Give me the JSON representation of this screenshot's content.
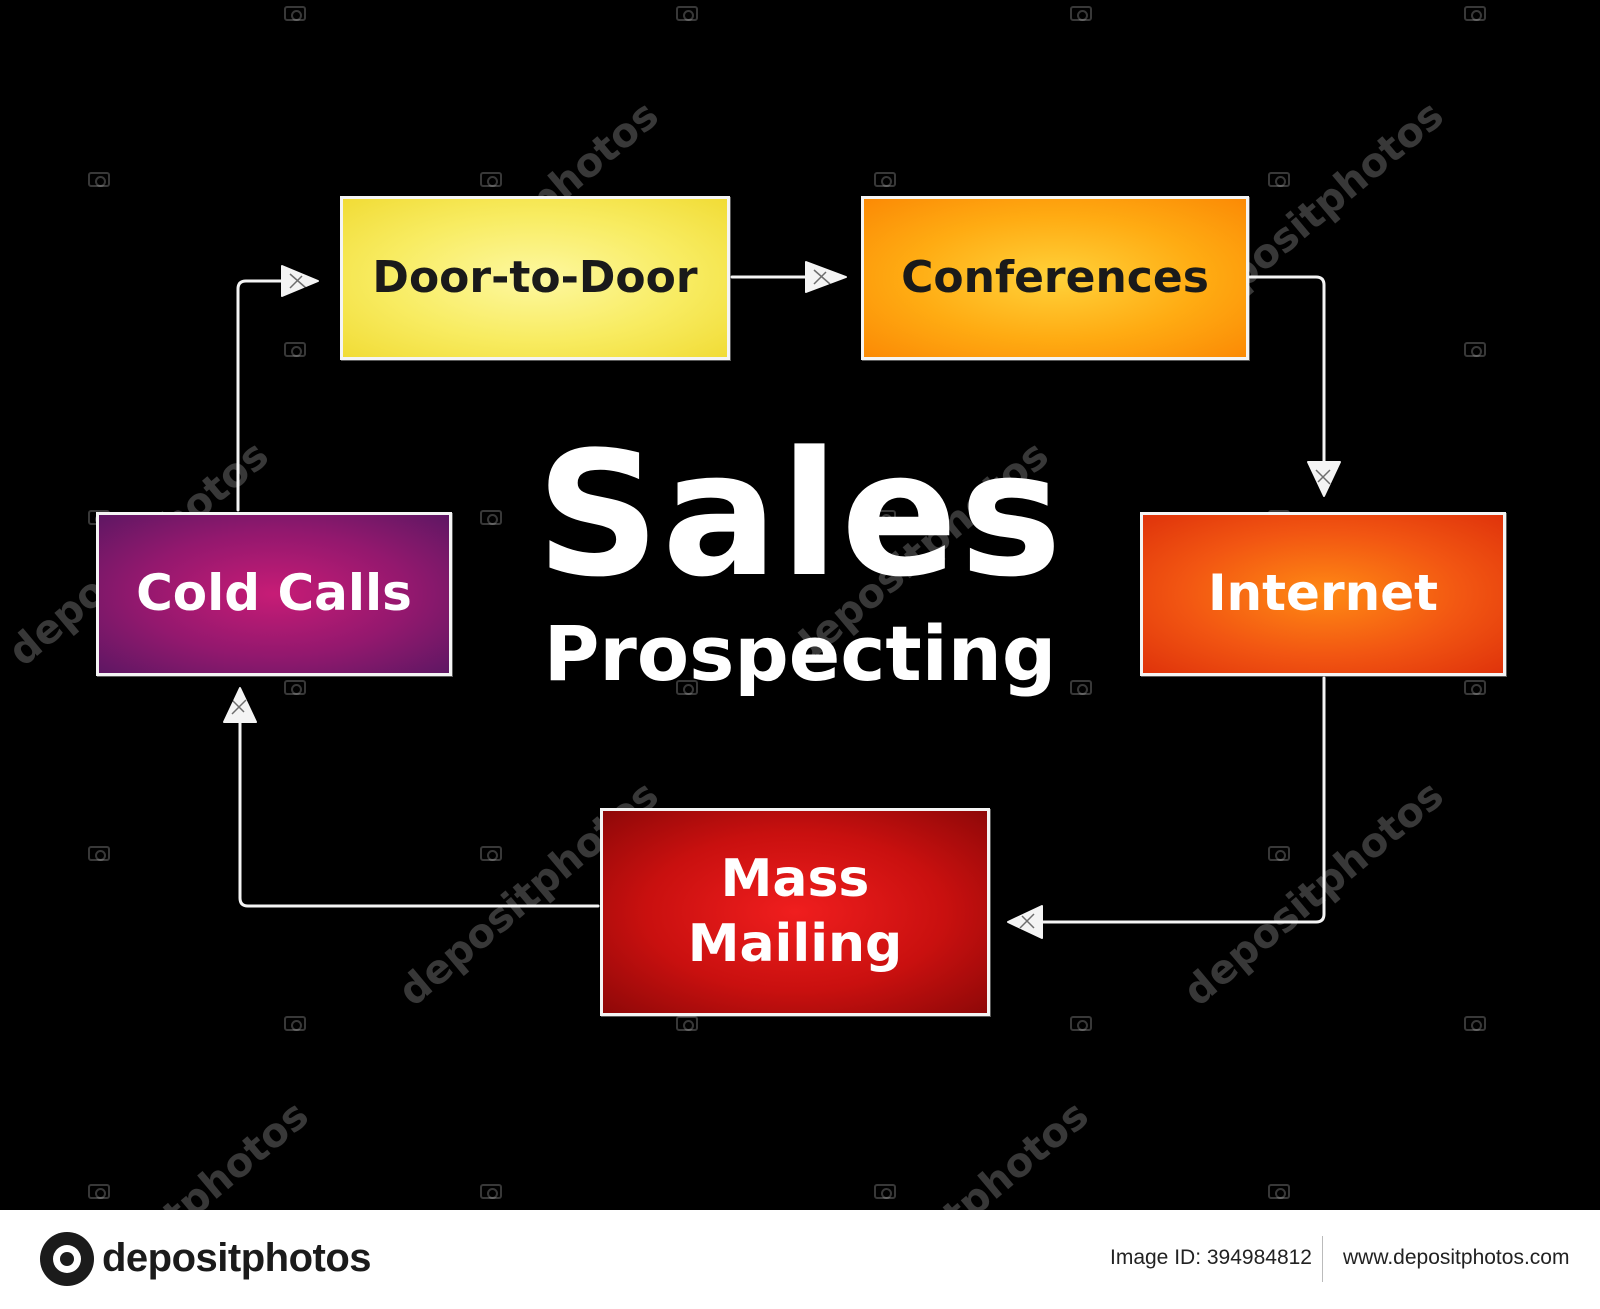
{
  "diagram": {
    "title": "Sales",
    "subtitle": "Prospecting",
    "nodes": [
      {
        "id": "door",
        "label": "Door-to-Door"
      },
      {
        "id": "conf",
        "label": "Conferences"
      },
      {
        "id": "internet",
        "label": "Internet"
      },
      {
        "id": "mass",
        "label_line1": "Mass",
        "label_line2": "Mailing"
      },
      {
        "id": "cold",
        "label": "Cold Calls"
      }
    ],
    "flow": [
      "Door-to-Door",
      "Conferences",
      "Internet",
      "Mass Mailing",
      "Cold Calls",
      "Door-to-Door"
    ],
    "colors": {
      "background": "#000000",
      "door": "#f8ec62",
      "conf": "#ffab12",
      "internet": "#f25612",
      "mass": "#c9100f",
      "cold": "#93186e",
      "line": "#f4f4f4"
    }
  },
  "watermark": {
    "text": "depositphotos"
  },
  "footer": {
    "brand": "depositphotos",
    "image_id": "Image ID: 394984812",
    "url": "www.depositphotos.com"
  }
}
